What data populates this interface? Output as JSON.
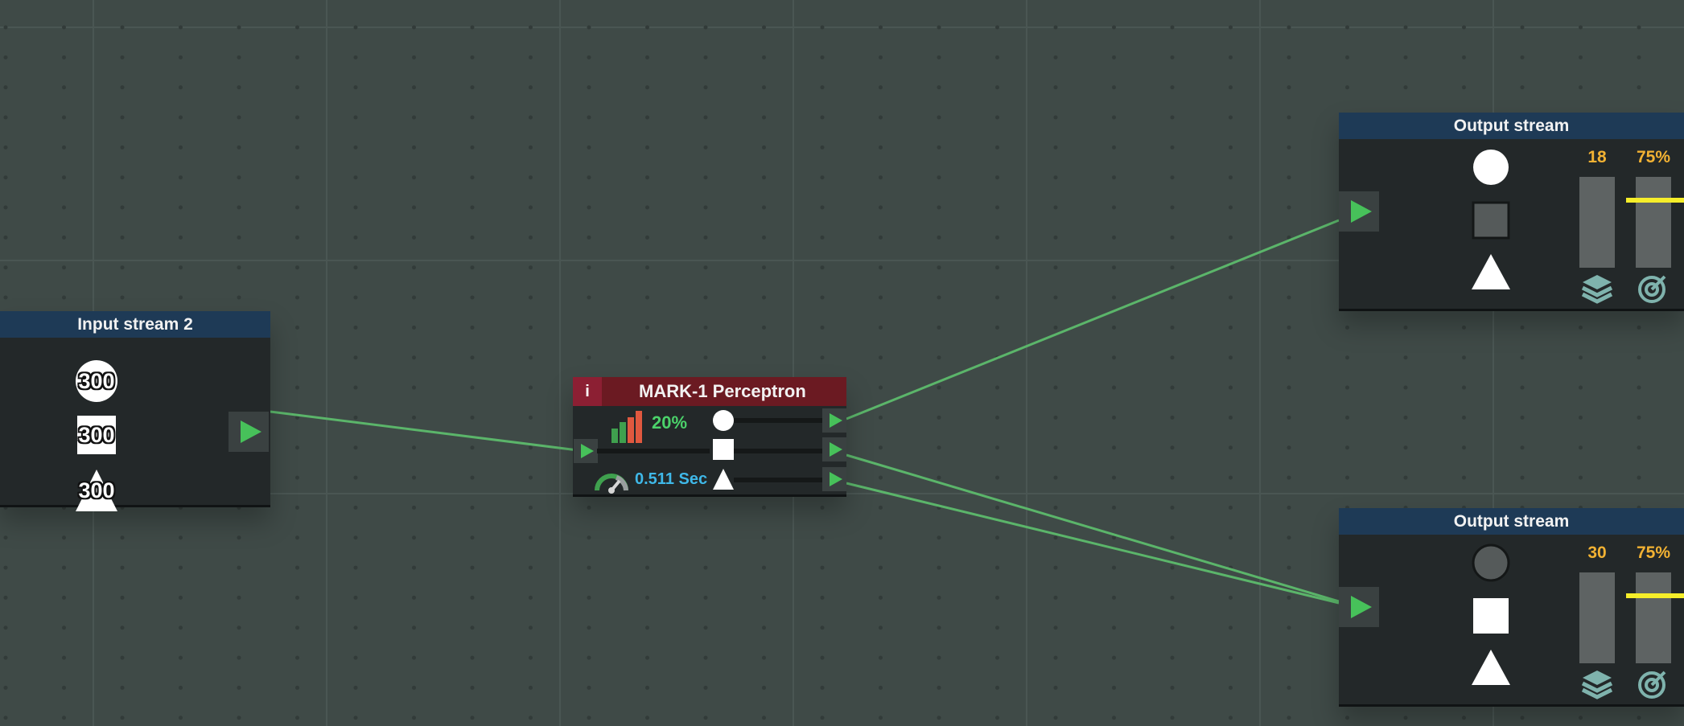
{
  "background": {
    "color": "#3f4a47",
    "grid_color": "#4a5653",
    "mark_color": "#323b39"
  },
  "input_node": {
    "title": "Input stream 2",
    "counts": [
      {
        "shape": "circle",
        "value": "300"
      },
      {
        "shape": "square",
        "value": "300"
      },
      {
        "shape": "triangle",
        "value": "300"
      }
    ]
  },
  "perceptron": {
    "info_label": "i",
    "title": "MARK-1 Perceptron",
    "accuracy": "20%",
    "speed": "0.511 Sec",
    "rows": [
      {
        "shape": "circle",
        "slider": 0.12
      },
      {
        "shape": "square",
        "slider": 0.12
      },
      {
        "shape": "triangle",
        "slider": 0.12
      }
    ],
    "bar_chart_icon": "bar-chart-icon",
    "speedometer_icon": "speedometer-icon"
  },
  "output_nodes": [
    {
      "title": "Output stream",
      "count": "18",
      "target": "75%",
      "target_level": 0.75,
      "shapes": {
        "circle": "white",
        "square": "grey",
        "triangle": "white"
      },
      "stack_icon": "layers-icon",
      "target_icon": "target-icon"
    },
    {
      "title": "Output stream",
      "count": "30",
      "target": "75%",
      "target_level": 0.75,
      "shapes": {
        "circle": "grey",
        "square": "white",
        "triangle": "white"
      },
      "stack_icon": "layers-icon",
      "target_icon": "target-icon"
    }
  ],
  "colors": {
    "wire": "#5bb56a",
    "port_arrow": "#47c15a",
    "title_bar": "#1e3a56",
    "perceptron_title": "#6b1a22",
    "count_text": "#f2b233",
    "target_line": "#f6ee2a"
  }
}
